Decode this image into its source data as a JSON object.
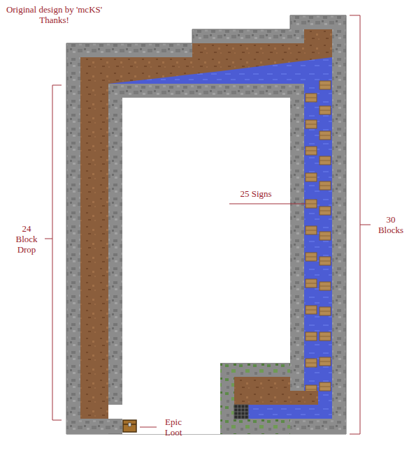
{
  "diagram": {
    "labels": [
      "Original design by 'mcKS' Thanks!",
      "24 Block Drop",
      "25 Signs",
      "30 Blocks",
      "Epic Loot"
    ]
  }
}
